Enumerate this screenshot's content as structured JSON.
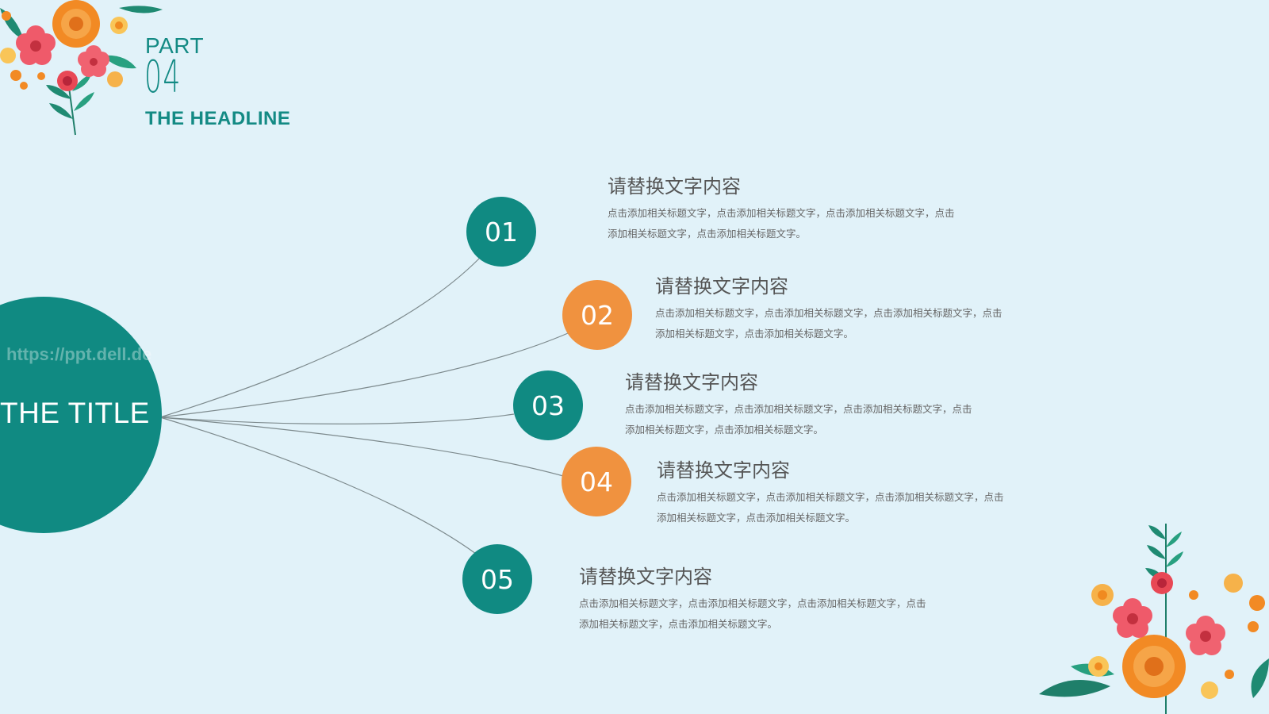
{
  "header": {
    "part_label": "PART",
    "part_number": "04",
    "headline": "THE HEADLINE"
  },
  "center": {
    "title": "THE TITLE",
    "watermark": "https://ppt.dell.de"
  },
  "colors": {
    "background": "#e1f2f9",
    "teal": "#108a82",
    "orange": "#f0923f",
    "text_dark": "#555555",
    "text_light": "#666666"
  },
  "items": [
    {
      "number": "01",
      "color": "teal",
      "title": "请替换文字内容",
      "desc": "点击添加相关标题文字，点击添加相关标题文字，点击添加相关标题文字，点击添加相关标题文字，点击添加相关标题文字。"
    },
    {
      "number": "02",
      "color": "orange",
      "title": "请替换文字内容",
      "desc": "点击添加相关标题文字，点击添加相关标题文字，点击添加相关标题文字，点击添加相关标题文字，点击添加相关标题文字。"
    },
    {
      "number": "03",
      "color": "teal",
      "title": "请替换文字内容",
      "desc": "点击添加相关标题文字，点击添加相关标题文字，点击添加相关标题文字，点击添加相关标题文字，点击添加相关标题文字。"
    },
    {
      "number": "04",
      "color": "orange",
      "title": "请替换文字内容",
      "desc": "点击添加相关标题文字，点击添加相关标题文字，点击添加相关标题文字，点击添加相关标题文字，点击添加相关标题文字。"
    },
    {
      "number": "05",
      "color": "teal",
      "title": "请替换文字内容",
      "desc": "点击添加相关标题文字，点击添加相关标题文字，点击添加相关标题文字，点击添加相关标题文字，点击添加相关标题文字。"
    }
  ],
  "decorations": {
    "top_left": "flower-bouquet-icon",
    "bottom_right": "flower-bouquet-icon"
  }
}
